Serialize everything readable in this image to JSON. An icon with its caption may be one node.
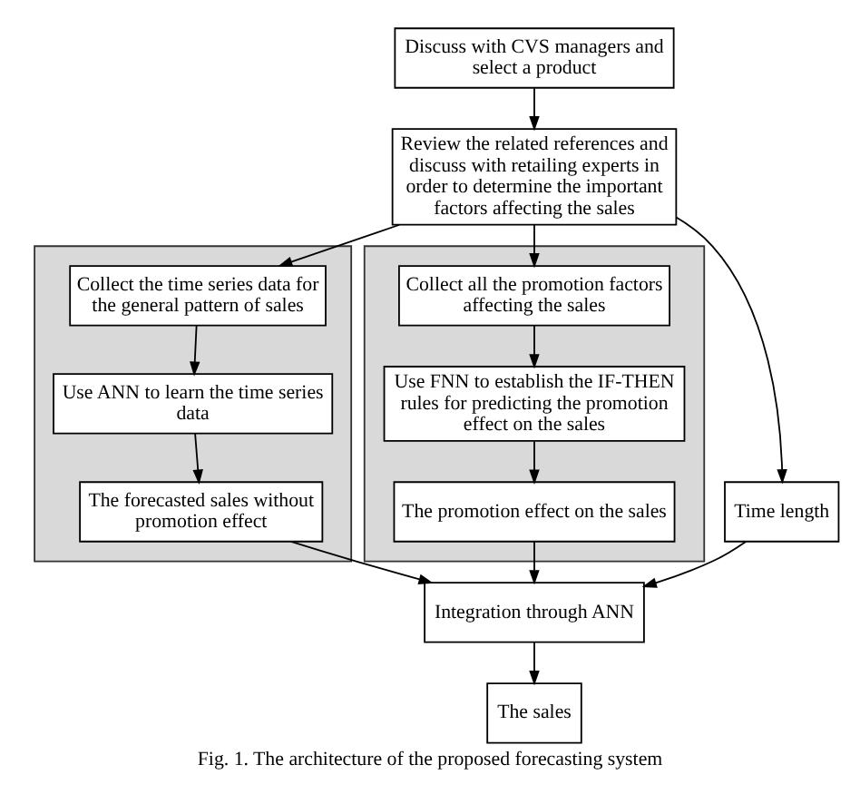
{
  "diagram": {
    "caption": "Fig. 1. The architecture of the proposed forecasting system",
    "nodes": [
      {
        "text": [
          "Discuss with CVS managers and select a product"
        ]
      },
      {
        "text": [
          "Review the related references and discuss with retailing experts in order to determine the important factors affecting the sales"
        ]
      },
      {
        "text": [],
        "shape": "box"
      },
      {
        "text": [
          "Collect the time series data for the general pattern of sales"
        ],
        "in": 2
      },
      {
        "text": [
          "Use ANN to learn the time series data"
        ],
        "in": 2
      },
      {
        "text": [
          "The forecasted sales without promotion effect"
        ],
        "in": 2
      },
      {
        "text": [
          "Time length"
        ]
      },
      {
        "text": [],
        "shape": "box"
      },
      {
        "text": [
          "Collect all the promotion factors affecting the sales"
        ],
        "in": 7
      },
      {
        "text": [
          "Use FNN to establish the IF-THEN rules for predicting the promotion effect on the sales"
        ],
        "in": 7
      },
      {
        "text": [
          "The promotion effect on the sales"
        ],
        "in": 7
      },
      {
        "text": [
          "Integration through ANN"
        ]
      },
      {
        "text": [
          "The sales"
        ]
      }
    ],
    "edges": [
      {
        "from": 0,
        "to": 1,
        "arrow": "to"
      },
      {
        "from": 1,
        "to": 3,
        "arrow": "to"
      },
      {
        "from": 1,
        "to": 6,
        "arrow": "to"
      },
      {
        "from": 1,
        "to": 8,
        "arrow": "to"
      },
      {
        "from": 3,
        "to": 4,
        "arrow": "to"
      },
      {
        "from": 4,
        "to": 5,
        "arrow": "to"
      },
      {
        "from": 8,
        "to": 9,
        "arrow": "to"
      },
      {
        "from": 9,
        "to": 10,
        "arrow": "to"
      },
      {
        "from": 5,
        "to": 11,
        "arrow": "to"
      },
      {
        "from": 6,
        "to": 11,
        "arrow": "to"
      },
      {
        "from": 10,
        "to": 11,
        "arrow": "to"
      },
      {
        "from": 11,
        "to": 12,
        "arrow": "to"
      }
    ]
  }
}
